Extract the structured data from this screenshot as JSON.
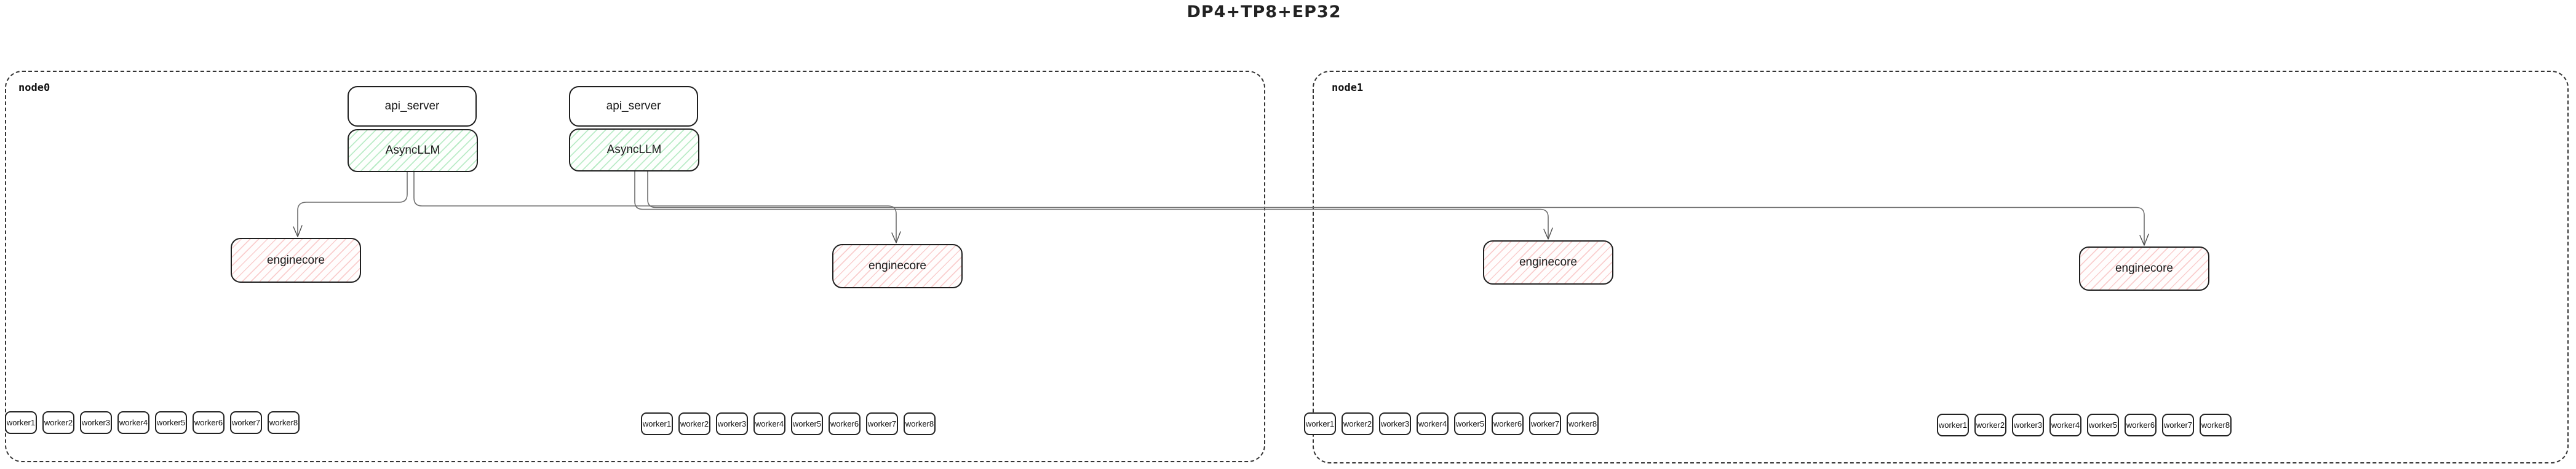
{
  "title": "DP4+TP8+EP32",
  "colors": {
    "box-border": "#1f1f1f",
    "dashed-border": "#333333",
    "connector": "#6e6e6e",
    "green-hatch": "#6ad486",
    "red-hatch": "#f08080",
    "text": "#1a1a1a"
  },
  "nodes": [
    {
      "label": "node0",
      "api_stacks": [
        {
          "api_server": "api_server",
          "asyncllm": "AsyncLLM"
        },
        {
          "api_server": "api_server",
          "asyncllm": "AsyncLLM"
        }
      ],
      "enginecores": [
        {
          "label": "enginecore"
        },
        {
          "label": "enginecore"
        }
      ],
      "worker_groups": [
        {
          "workers": [
            "worker1",
            "worker2",
            "worker3",
            "worker4",
            "worker5",
            "worker6",
            "worker7",
            "worker8"
          ]
        },
        {
          "workers": [
            "worker1",
            "worker2",
            "worker3",
            "worker4",
            "worker5",
            "worker6",
            "worker7",
            "worker8"
          ]
        }
      ]
    },
    {
      "label": "node1",
      "enginecores": [
        {
          "label": "enginecore"
        },
        {
          "label": "enginecore"
        }
      ],
      "worker_groups": [
        {
          "workers": [
            "worker1",
            "worker2",
            "worker3",
            "worker4",
            "worker5",
            "worker6",
            "worker7",
            "worker8"
          ]
        },
        {
          "workers": [
            "worker1",
            "worker2",
            "worker3",
            "worker4",
            "worker5",
            "worker6",
            "worker7",
            "worker8"
          ]
        }
      ]
    }
  ]
}
